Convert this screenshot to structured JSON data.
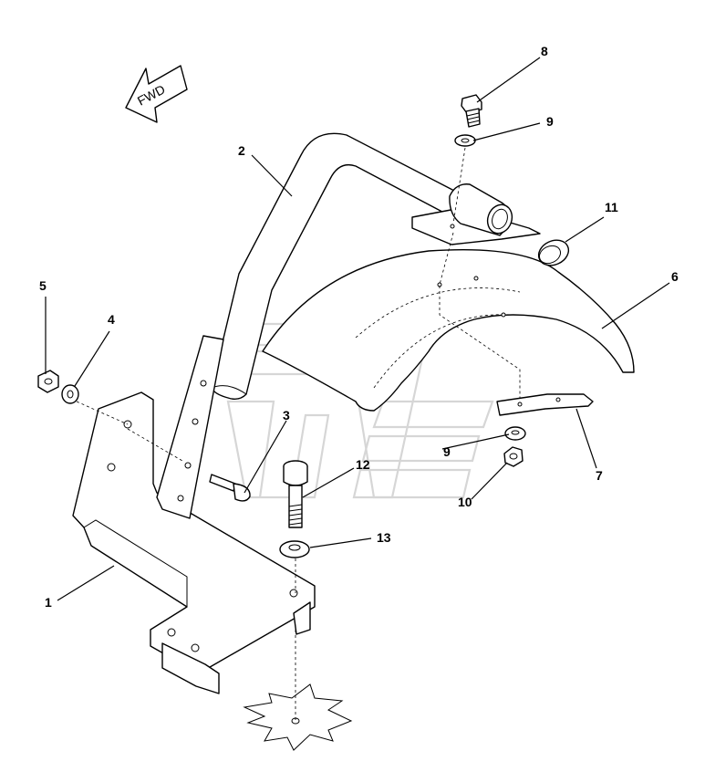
{
  "direction_label": "FWD",
  "callouts": [
    {
      "id": "callout-1",
      "text": "1"
    },
    {
      "id": "callout-2",
      "text": "2"
    },
    {
      "id": "callout-3",
      "text": "3"
    },
    {
      "id": "callout-4",
      "text": "4"
    },
    {
      "id": "callout-5",
      "text": "5"
    },
    {
      "id": "callout-6",
      "text": "6"
    },
    {
      "id": "callout-7",
      "text": "7"
    },
    {
      "id": "callout-8",
      "text": "8"
    },
    {
      "id": "callout-9a",
      "text": "9"
    },
    {
      "id": "callout-9b",
      "text": "9"
    },
    {
      "id": "callout-10",
      "text": "10"
    },
    {
      "id": "callout-11",
      "text": "11"
    },
    {
      "id": "callout-12",
      "text": "12"
    },
    {
      "id": "callout-13",
      "text": "13"
    }
  ]
}
